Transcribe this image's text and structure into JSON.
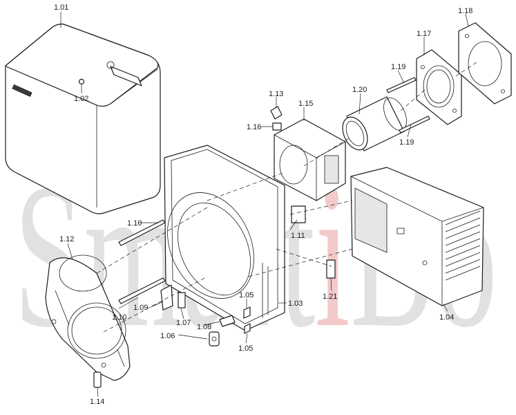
{
  "watermark": {
    "text_start": "Smart",
    "text_accent": "i",
    "text_end": "Bo",
    "base_color": "#c9c9c9",
    "accent_color": "#e9a0a0"
  },
  "labels": {
    "p101": "1.01",
    "p102": "1.02",
    "p103": "1.03",
    "p104": "1.04",
    "p105a": "1.05",
    "p105b": "1.05",
    "p106": "1.06",
    "p107": "1.07",
    "p108": "1.08",
    "p109": "1.09",
    "p110a": "1.10",
    "p110b": "1.10",
    "p111": "1.11",
    "p112": "1.12",
    "p113": "1.13",
    "p114": "1.14",
    "p115": "1.15",
    "p116": "1.16",
    "p117": "1.17",
    "p118": "1.18",
    "p119a": "1.19",
    "p119b": "1.19",
    "p120": "1.20",
    "p121": "1.21"
  }
}
